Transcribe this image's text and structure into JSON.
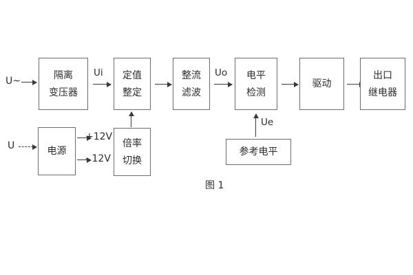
{
  "figure": {
    "caption": "图 1",
    "background": "#ffffff",
    "box_border_color": "#6b6b6b",
    "line_color": "#3a3a3a",
    "text_color": "#2b2b2b"
  },
  "inputs": [
    {
      "id": "ac-input",
      "label": "U~"
    },
    {
      "id": "dc-input",
      "label": "U"
    }
  ],
  "blocks": [
    {
      "id": "isolation-transformer",
      "line1": "隔离",
      "line2": "变压器"
    },
    {
      "id": "setting-value",
      "line1": "定值",
      "line2": "整定"
    },
    {
      "id": "rectify-filter",
      "line1": "整流",
      "line2": "滤波"
    },
    {
      "id": "level-detection",
      "line1": "电平",
      "line2": "检测"
    },
    {
      "id": "drive",
      "line1": "驱动",
      "line2": ""
    },
    {
      "id": "output-relay",
      "line1": "出口",
      "line2": "继电器"
    },
    {
      "id": "power-supply",
      "line1": "电源",
      "line2": ""
    },
    {
      "id": "multiplier-switch",
      "line1": "倍率",
      "line2": "切换"
    },
    {
      "id": "reference-level",
      "line1": "参考电平",
      "line2": ""
    }
  ],
  "signals": [
    {
      "id": "ui",
      "label": "Ui"
    },
    {
      "id": "uo",
      "label": "Uo"
    },
    {
      "id": "ue",
      "label": "Ue"
    },
    {
      "id": "pos12v",
      "label": "+12V"
    },
    {
      "id": "neg12v",
      "label": "- 12V"
    }
  ]
}
